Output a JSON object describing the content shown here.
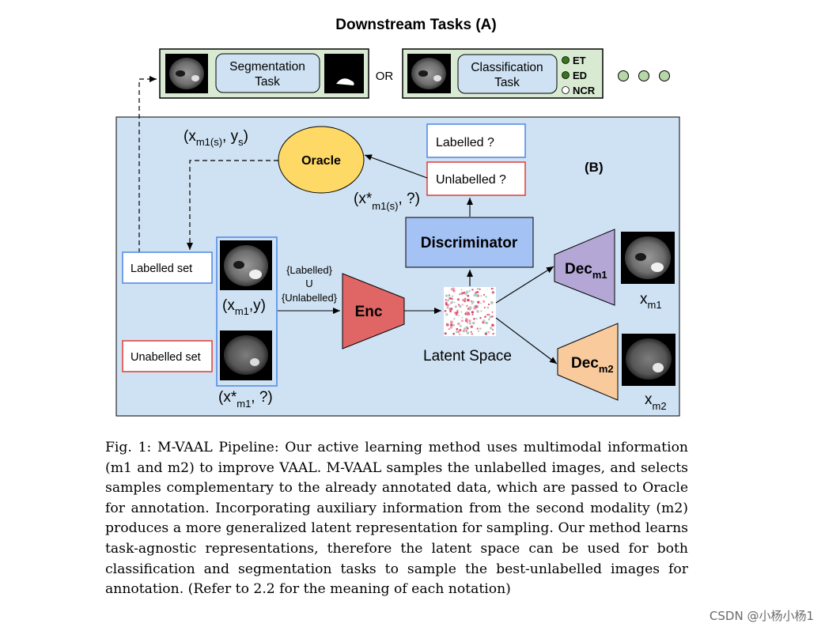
{
  "diagram": {
    "title": "Downstream Tasks (A)",
    "or": "OR",
    "segmentation": {
      "line1": "Segmentation",
      "line2": "Task"
    },
    "classification": {
      "line1": "Classification",
      "line2": "Task"
    },
    "legend": {
      "et": "ET",
      "ed": "ED",
      "ncr": "NCR"
    },
    "section_b": "(B)",
    "oracle": "Oracle",
    "labelled_q": "Labelled ?",
    "unlabelled_q": "Unlabelled ?",
    "discriminator": "Discriminator",
    "labelled_set": "Labelled set",
    "unlabelled_set": "Unabelled set",
    "sets": {
      "l1": "{Labelled}",
      "l2": "U",
      "l3": "{Unlabelled}"
    },
    "enc": "Enc",
    "latent_space": "Latent Space",
    "dec1": {
      "main": "Dec",
      "sub": "m1"
    },
    "dec2": {
      "main": "Dec",
      "sub": "m2"
    },
    "xm1_label": {
      "main": "x",
      "sub": "m1"
    },
    "xm2_label": {
      "main": "x",
      "sub": "m2"
    },
    "oracle_in": {
      "a": "(x",
      "b": "m1(s)",
      "c": ", y",
      "d": "s",
      "e": ")"
    },
    "oracle_out": {
      "a": "(x*",
      "b": "m1(s)",
      "c": ", ?)"
    },
    "labelled_pair": {
      "a": "(x",
      "b": "m1",
      "c": ",y)"
    },
    "unlabelled_pair": {
      "a": "(x*",
      "b": "m1",
      "c": ", ?)"
    },
    "colors": {
      "panel_b": "#cfe2f3",
      "panel_a": "#d9ead3",
      "task_box": "#cfe2f3",
      "oracle": "#ffd966",
      "discriminator": "#a4c2f4",
      "enc": "#e06666",
      "dec1": "#b4a7d6",
      "dec2": "#f9cb9c",
      "blue_border": "#4a86e8",
      "red_border": "#e53935",
      "dot_green": "#38761d",
      "ghost_dot": "#b6d7a8"
    }
  },
  "caption": {
    "text": "Fig. 1: M-VAAL Pipeline: Our active learning method uses multimodal information (m1 and m2) to improve VAAL. M-VAAL samples the unlabelled images, and selects samples complementary to the already annotated data, which are passed to Oracle for annotation. Incorporating auxiliary information from the second modality (m2) produces a more generalized latent representation for sampling. Our method learns task-agnostic representations, therefore the latent space can be used for both classification and segmentation tasks to sample the best-unlabelled images for annotation. (Refer to 2.2 for the meaning of each notation)"
  },
  "watermark": "CSDN @小杨小杨1"
}
